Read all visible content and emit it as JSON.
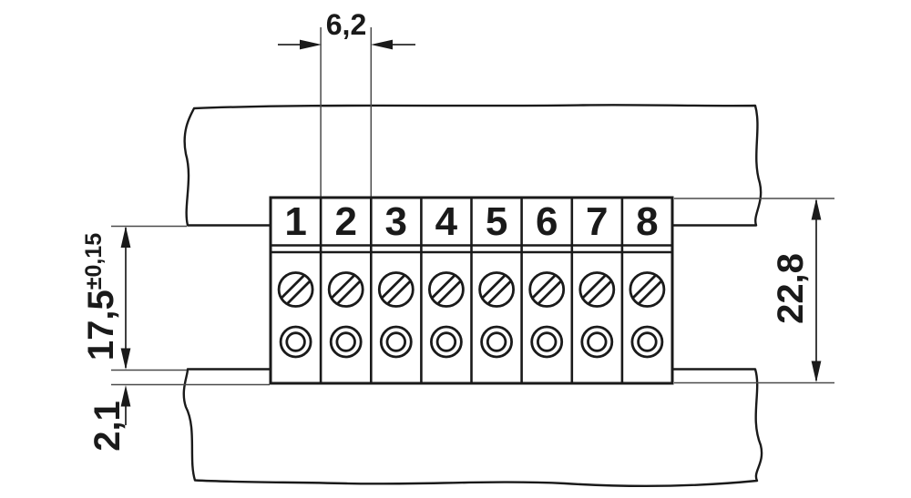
{
  "diagram": {
    "kind": "technical-dimension-drawing",
    "subject": "8-position terminal block mounted through panel, front view with break lines",
    "units_style": "millimetres, comma decimal separator",
    "colors": {
      "background": "#ffffff",
      "line": "#1a1a1a",
      "thin_line": "#4a4a4a"
    }
  },
  "terminals": [
    "1",
    "2",
    "3",
    "4",
    "5",
    "6",
    "7",
    "8"
  ],
  "dimensions": {
    "pitch_width": "6,2",
    "height_above_rail": "17,5",
    "height_above_rail_tolerance": "±0,15",
    "rail_overlap": "2,1",
    "total_height": "22,8"
  },
  "icons": {
    "screw-clamp-icon": "circle with double diagonal slot (slotted screw head)",
    "conductor-hole-icon": "two concentric circles (round conductor entry)"
  }
}
